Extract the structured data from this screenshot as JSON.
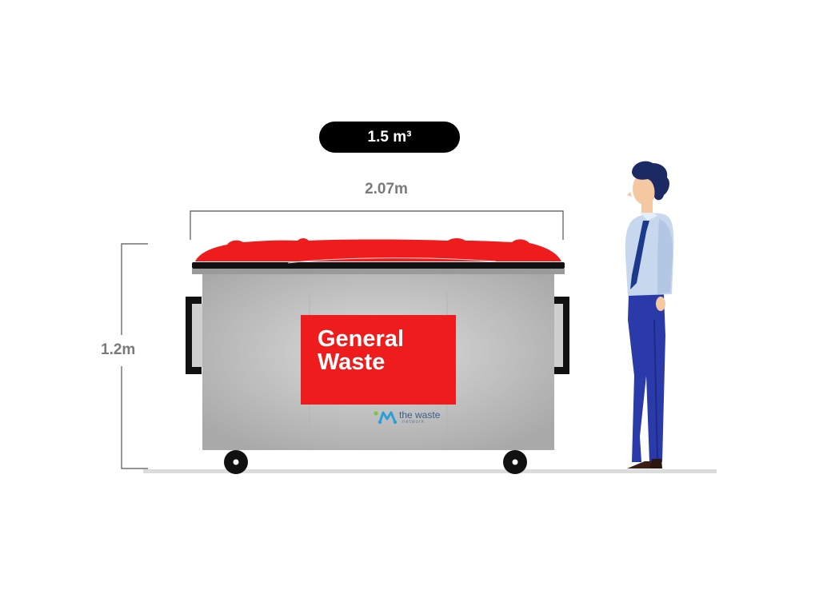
{
  "capacity": "1.5 m³",
  "dimensions": {
    "width": "2.07m",
    "height": "1.2m"
  },
  "bin_label": {
    "line1": "General",
    "line2": "Waste"
  },
  "brand": {
    "name": "the waste",
    "sub": "network"
  },
  "colors": {
    "lid_red": "#ee1c1c",
    "sign_red": "#ee1c1c",
    "bin_grey": "#c2c2c2",
    "pill_black": "#000000",
    "dimension_text": "#7a7a7a",
    "shirt_blue": "#c7d7ee",
    "trousers_blue": "#2a3aa8",
    "tie_navy": "#1b3a8c"
  }
}
